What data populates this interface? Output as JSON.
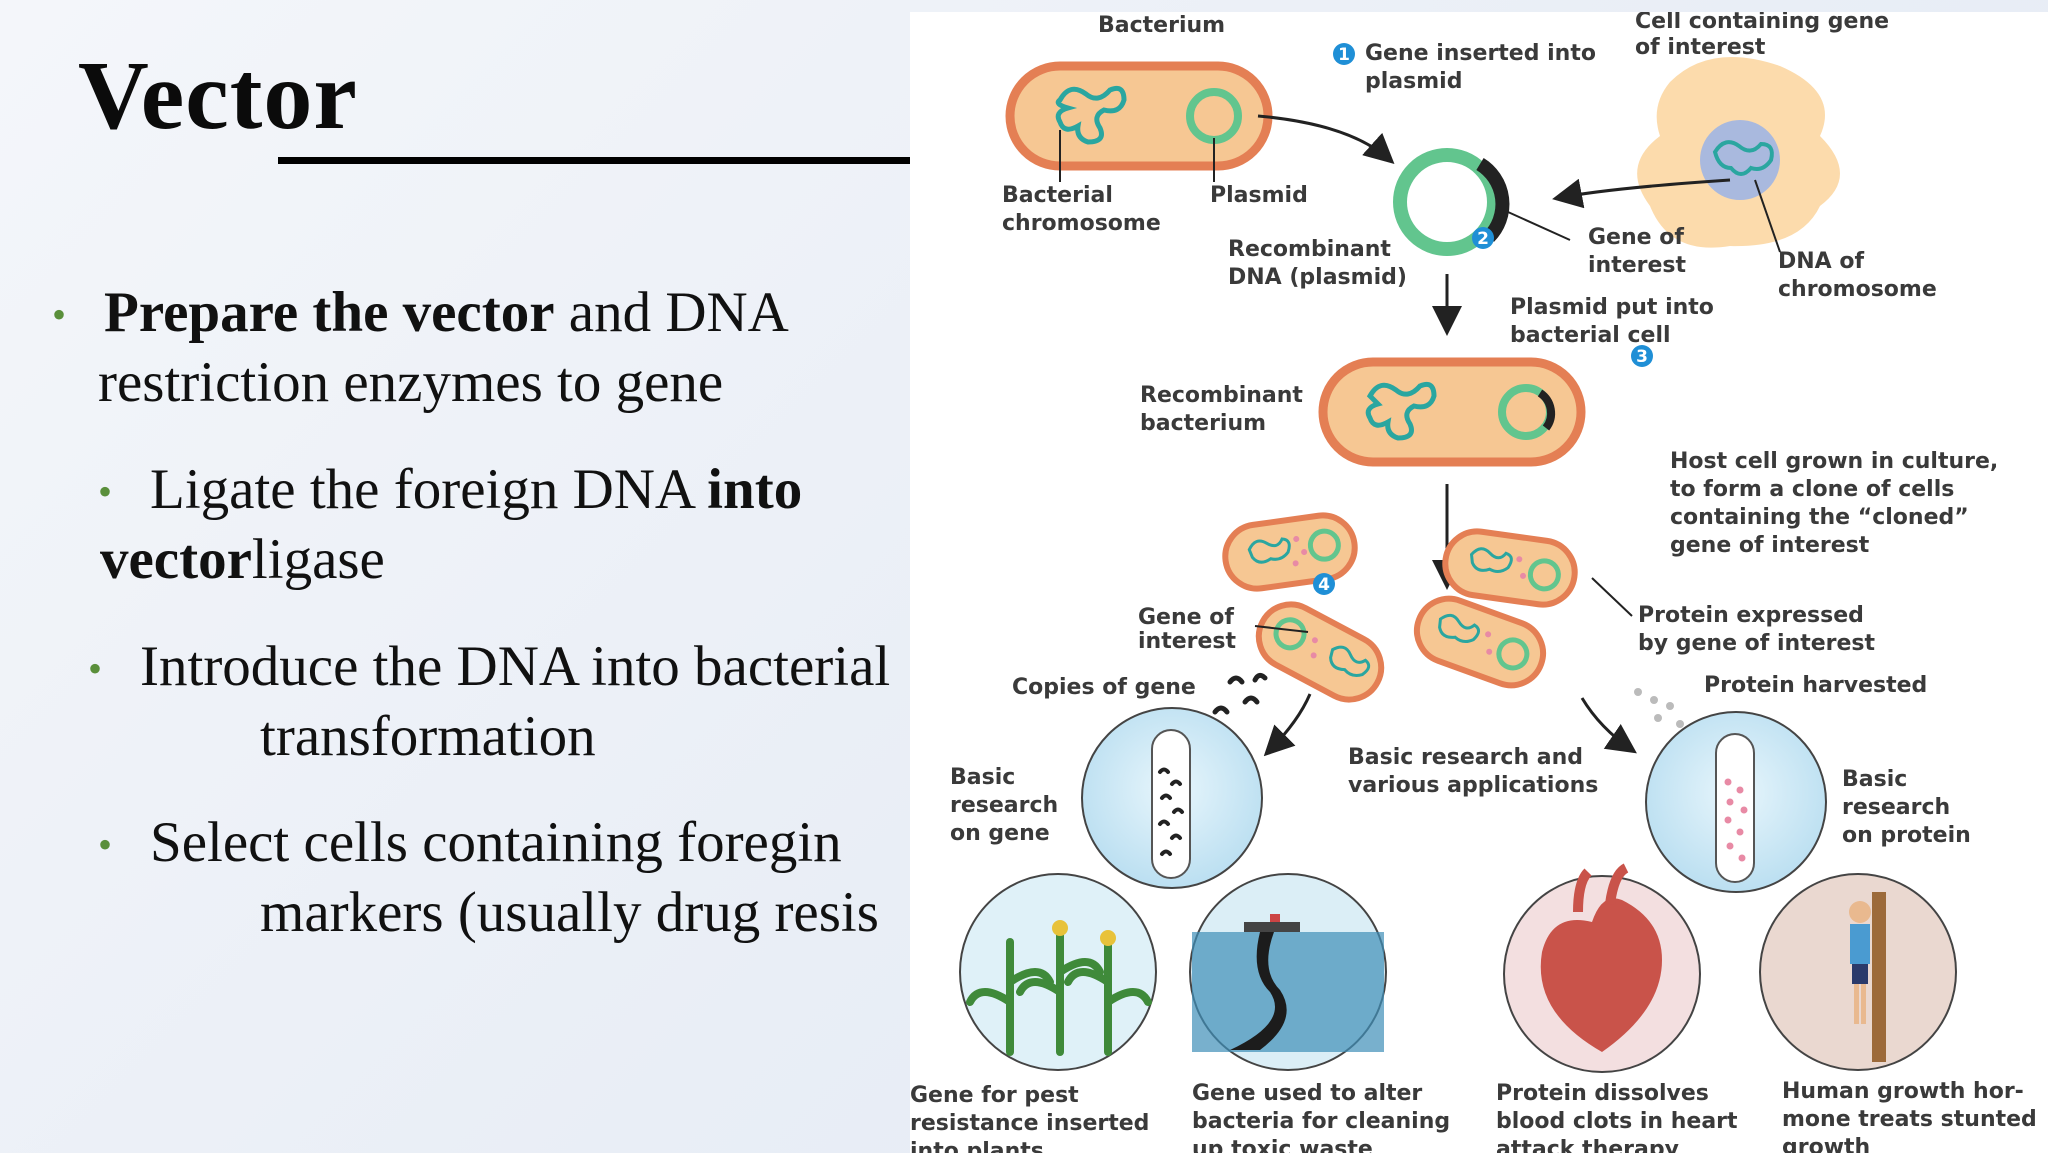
{
  "title": "Vector",
  "bullets": [
    {
      "bold": "Prepare the vector",
      "rest": " and DNA",
      "line2": "restriction enzymes to gene"
    },
    {
      "plain": "Ligate the foreign DNA ",
      "bold": "into",
      "bold2": "vector",
      "rest": "ligase"
    },
    {
      "line1": "Introduce the DNA into bacterial",
      "line2": "transformation"
    },
    {
      "line1": "Select cells containing foregin",
      "line2": "markers (usually drug resis"
    }
  ],
  "figure": {
    "bacterium": "Bacterium",
    "bacterial_chromosome": [
      "Bacterial",
      "chromosome"
    ],
    "plasmid": "Plasmid",
    "step1_num": "1",
    "step1": [
      "Gene inserted into",
      "plasmid"
    ],
    "cell_gene": [
      "Cell containing gene",
      "of interest"
    ],
    "recombinant_dna": [
      "Recombinant",
      "DNA (plasmid)"
    ],
    "gene_of_interest": [
      "Gene of",
      "interest"
    ],
    "dna_chromosome": [
      "DNA of",
      "chromosome"
    ],
    "step2_num": "2",
    "step2": [
      "Plasmid put into",
      "bacterial cell"
    ],
    "recombinant_bacterium": [
      "Recombinant",
      "bacterium"
    ],
    "step3_num": "3",
    "step3": [
      "Host cell grown in culture,",
      "to form a clone of cells",
      "containing the “cloned”",
      "gene of interest"
    ],
    "gene_of_interest_2": [
      "Gene of",
      "interest"
    ],
    "protein_expressed": [
      "Protein expressed",
      "by gene of interest"
    ],
    "copies_of_gene": "Copies of gene",
    "protein_harvested": "Protein harvested",
    "step4_num": "4",
    "step4": [
      "Basic research and",
      "various applications"
    ],
    "basic_gene": [
      "Basic",
      "research",
      "on gene"
    ],
    "basic_protein": [
      "Basic",
      "research",
      "on protein"
    ],
    "app1": [
      "Gene for pest",
      "resistance inserted",
      "into plants"
    ],
    "app2": [
      "Gene used to alter",
      "bacteria for cleaning",
      "up toxic waste"
    ],
    "app3": [
      "Protein dissolves",
      "blood clots in heart",
      "attack therapy"
    ],
    "app4": [
      "Human growth hor-",
      "mone treats stunted",
      "growth"
    ]
  },
  "colors": {
    "bullet": "#5a8f3b",
    "cell_fill": "#f6c793",
    "cell_border": "#e47f54",
    "plasmid": "#62c58e",
    "dna": "#2aa6a0",
    "step_badge": "#1f8fd6",
    "circle_fill": "#cde9f6"
  }
}
